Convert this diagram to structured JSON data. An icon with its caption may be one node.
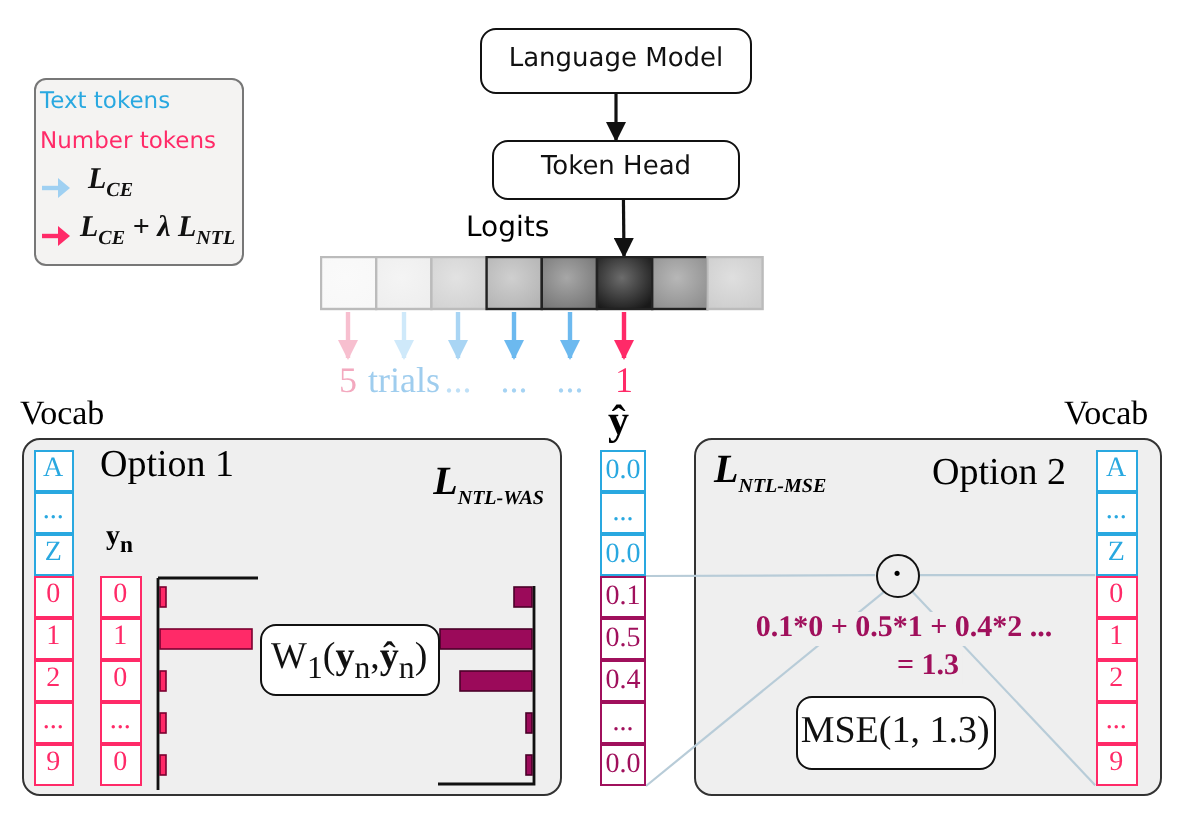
{
  "diagram": {
    "nodes": [
      {
        "text": [
          "Language Model"
        ]
      },
      {
        "text": [
          "Token Head"
        ]
      },
      {
        "text": [
          "Logits"
        ]
      },
      {
        "text": [
          "5"
        ]
      },
      {
        "text": [
          "trials"
        ]
      },
      {
        "text": [
          "..."
        ]
      },
      {
        "text": [
          "..."
        ]
      },
      {
        "text": [
          "..."
        ]
      },
      {
        "text": [
          "1"
        ]
      },
      {
        "text": [
          "Option 1",
          "L$_{NTL-WAS}$"
        ]
      },
      {
        "text": [
          "A"
        ],
        "in": 9
      },
      {
        "text": [
          "..."
        ],
        "in": 9
      },
      {
        "text": [
          "Z"
        ],
        "in": 9
      },
      {
        "text": [
          "0"
        ],
        "in": 9
      },
      {
        "text": [
          "1"
        ],
        "in": 9
      },
      {
        "text": [
          "2"
        ],
        "in": 9
      },
      {
        "text": [
          "..."
        ],
        "in": 9
      },
      {
        "text": [
          "9"
        ],
        "in": 9
      },
      {
        "text": [
          "0"
        ],
        "in": 9
      },
      {
        "text": [
          "1"
        ],
        "in": 9
      },
      {
        "text": [
          "0"
        ],
        "in": 9
      },
      {
        "text": [
          "..."
        ],
        "in": 9
      },
      {
        "text": [
          "0"
        ],
        "in": 9
      },
      {
        "text": [
          "W$_{1}$(**y**$_{n}$,**ŷ**$_{n}$)"
        ],
        "in": 9
      },
      {
        "text": [
          "0.0"
        ]
      },
      {
        "text": [
          "..."
        ]
      },
      {
        "text": [
          "0.0"
        ]
      },
      {
        "text": [
          "0.1"
        ]
      },
      {
        "text": [
          "0.5"
        ]
      },
      {
        "text": [
          "0.4"
        ]
      },
      {
        "text": [
          "..."
        ]
      },
      {
        "text": [
          "0.0"
        ]
      },
      {
        "text": [
          "L$_{NTL-MSE}$",
          "Option 2",
          "0.1*0 + 0.5*1 + 0.4*2 ...",
          "= 1.3"
        ]
      },
      {
        "text": [
          "·"
        ],
        "in": 32
      },
      {
        "text": [
          "MSE(1, 1.3)"
        ],
        "in": 32
      },
      {
        "text": [
          "A"
        ],
        "in": 32
      },
      {
        "text": [
          "..."
        ],
        "in": 32
      },
      {
        "text": [
          "Z"
        ],
        "in": 32
      },
      {
        "text": [
          "0"
        ],
        "in": 32
      },
      {
        "text": [
          "1"
        ],
        "in": 32
      },
      {
        "text": [
          "2"
        ],
        "in": 32
      },
      {
        "text": [
          "..."
        ],
        "in": 32
      },
      {
        "text": [
          "9"
        ],
        "in": 32
      }
    ],
    "edges": [
      {
        "from": 0,
        "to": 1,
        "arrow": "to",
        "color": "#111111"
      },
      {
        "from": 1,
        "to": 2,
        "arrow": "to",
        "color": "#111111"
      },
      {
        "from": 2,
        "to": 3,
        "arrow": "to",
        "color": "#f7bfcf"
      },
      {
        "from": 2,
        "to": 4,
        "arrow": "to",
        "color": "#cfe9fa"
      },
      {
        "from": 2,
        "to": 5,
        "arrow": "to",
        "color": "#a9d5f4"
      },
      {
        "from": 2,
        "to": 6,
        "arrow": "to",
        "color": "#6cb9ef"
      },
      {
        "from": 2,
        "to": 7,
        "arrow": "to",
        "color": "#6cb9ef"
      },
      {
        "from": 2,
        "to": 8,
        "arrow": "to",
        "color": "#ff2a68"
      },
      {
        "from": 27,
        "to": 33,
        "arrow": "none",
        "color": "#b8ccd8"
      },
      {
        "from": 31,
        "to": 33,
        "arrow": "none",
        "color": "#b8ccd8"
      },
      {
        "from": 33,
        "to": 38,
        "arrow": "none",
        "color": "#b8ccd8"
      },
      {
        "from": 33,
        "to": 42,
        "arrow": "none",
        "color": "#b8ccd8"
      }
    ],
    "labels": [
      "Vocab",
      "y$_{n}$",
      "ŷ",
      "Vocab"
    ],
    "legend": [
      {
        "text": "Text tokens",
        "color": "#29a8e0"
      },
      {
        "text": "Number tokens",
        "color": "#ff2a68"
      },
      {
        "text": "L$_{CE}$"
      },
      {
        "text": "L$_{CE}$ + λ L$_{NTL}$"
      }
    ]
  }
}
